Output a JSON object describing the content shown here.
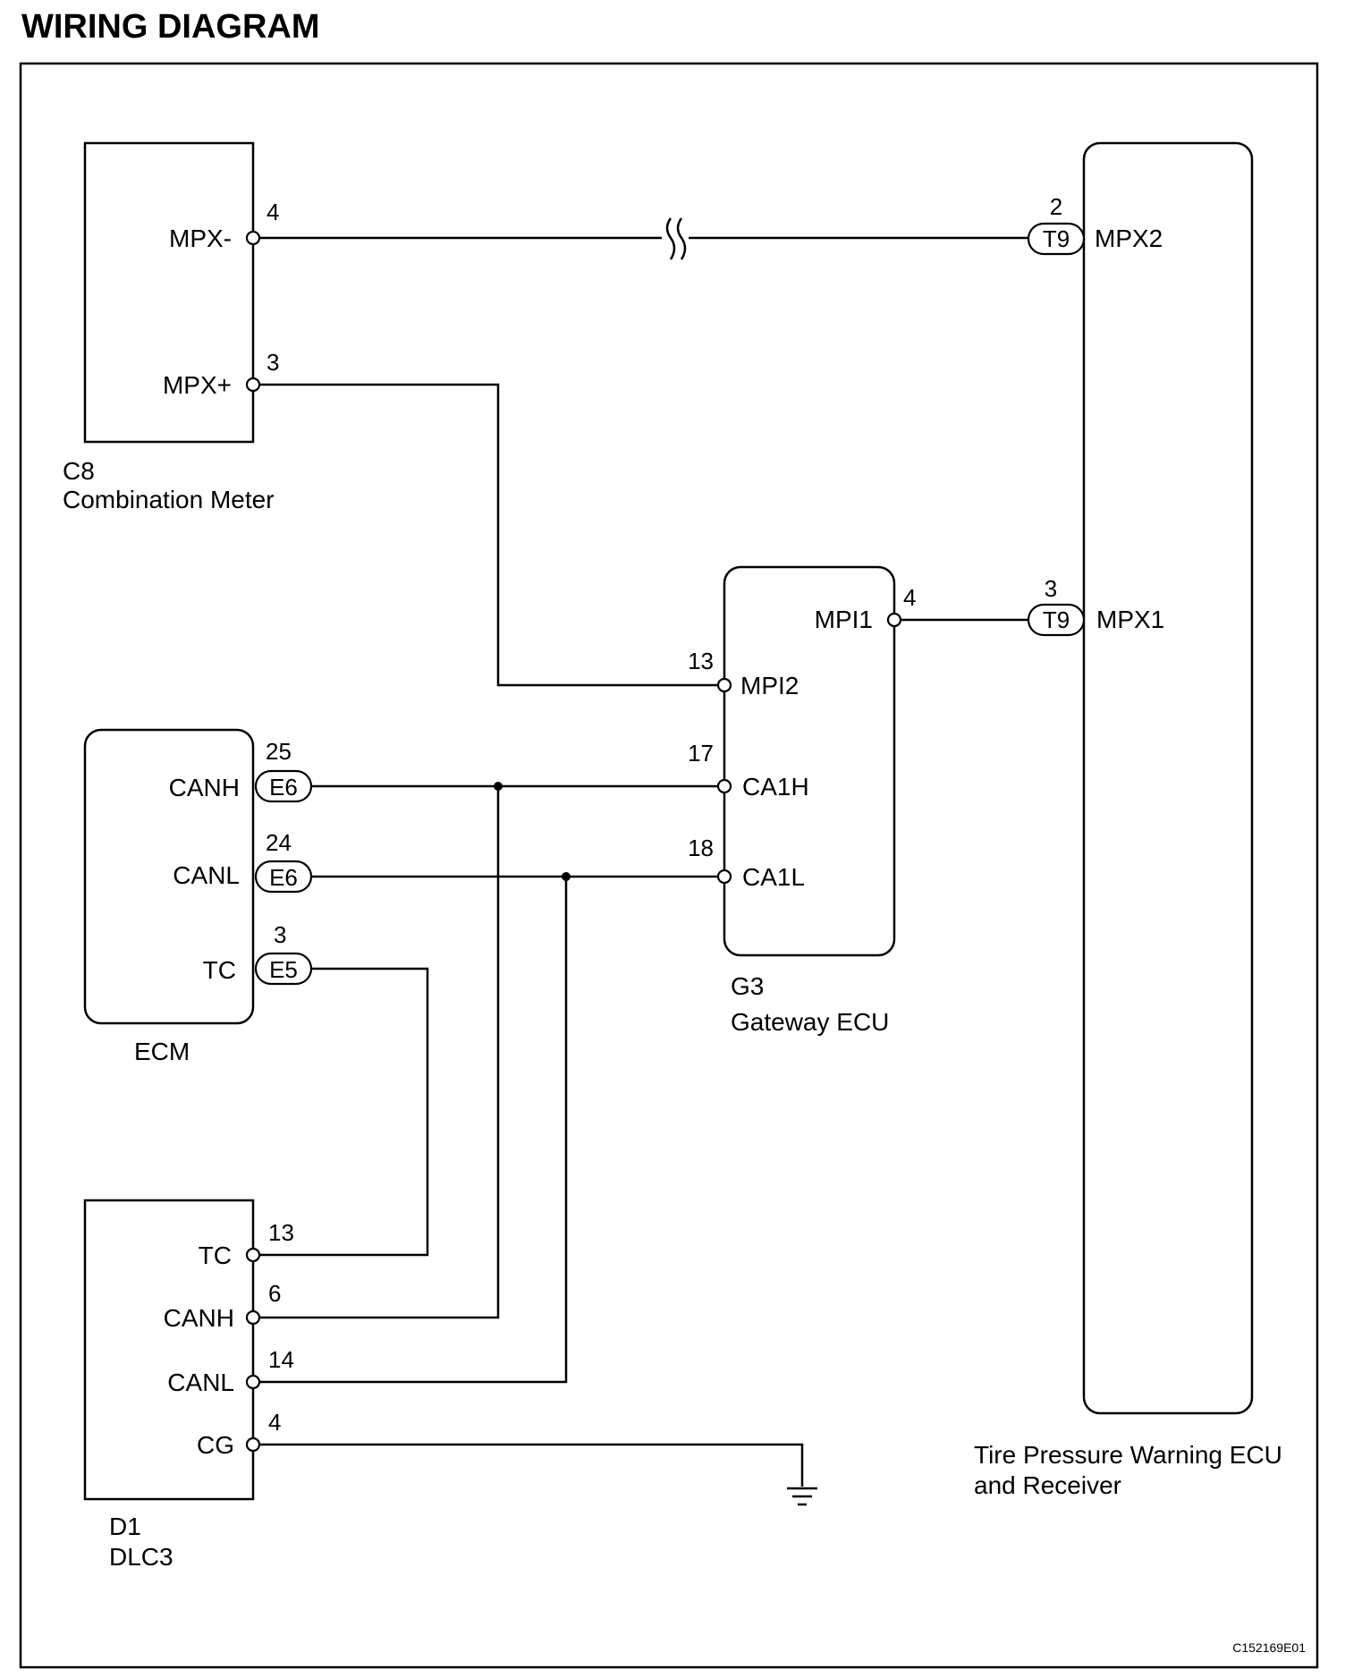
{
  "title": "WIRING DIAGRAM",
  "reference_code": "C152169E01",
  "components": {
    "combination_meter": {
      "code": "C8",
      "name": "Combination Meter",
      "pins": [
        {
          "label": "MPX-",
          "number": "4"
        },
        {
          "label": "MPX+",
          "number": "3"
        }
      ]
    },
    "tire_pressure_ecu": {
      "name_line1": "Tire Pressure Warning ECU",
      "name_line2": "and Receiver",
      "pins": [
        {
          "label": "MPX2",
          "number": "2",
          "connector": "T9"
        },
        {
          "label": "MPX1",
          "number": "3",
          "connector": "T9"
        }
      ]
    },
    "gateway_ecu": {
      "code": "G3",
      "name": "Gateway ECU",
      "pins": [
        {
          "label": "MPI1",
          "number": "4"
        },
        {
          "label": "MPI2",
          "number": "13"
        },
        {
          "label": "CA1H",
          "number": "17"
        },
        {
          "label": "CA1L",
          "number": "18"
        }
      ]
    },
    "ecm": {
      "name": "ECM",
      "pins": [
        {
          "label": "CANH",
          "number": "25",
          "connector": "E6"
        },
        {
          "label": "CANL",
          "number": "24",
          "connector": "E6"
        },
        {
          "label": "TC",
          "number": "3",
          "connector": "E5"
        }
      ]
    },
    "dlc3": {
      "code": "D1",
      "name": "DLC3",
      "pins": [
        {
          "label": "TC",
          "number": "13"
        },
        {
          "label": "CANH",
          "number": "6"
        },
        {
          "label": "CANL",
          "number": "14"
        },
        {
          "label": "CG",
          "number": "4"
        }
      ]
    }
  },
  "icons": {
    "ground": "ground-symbol-icon",
    "break": "wire-break-icon"
  },
  "colors": {
    "line": "#000000",
    "background": "#ffffff"
  }
}
